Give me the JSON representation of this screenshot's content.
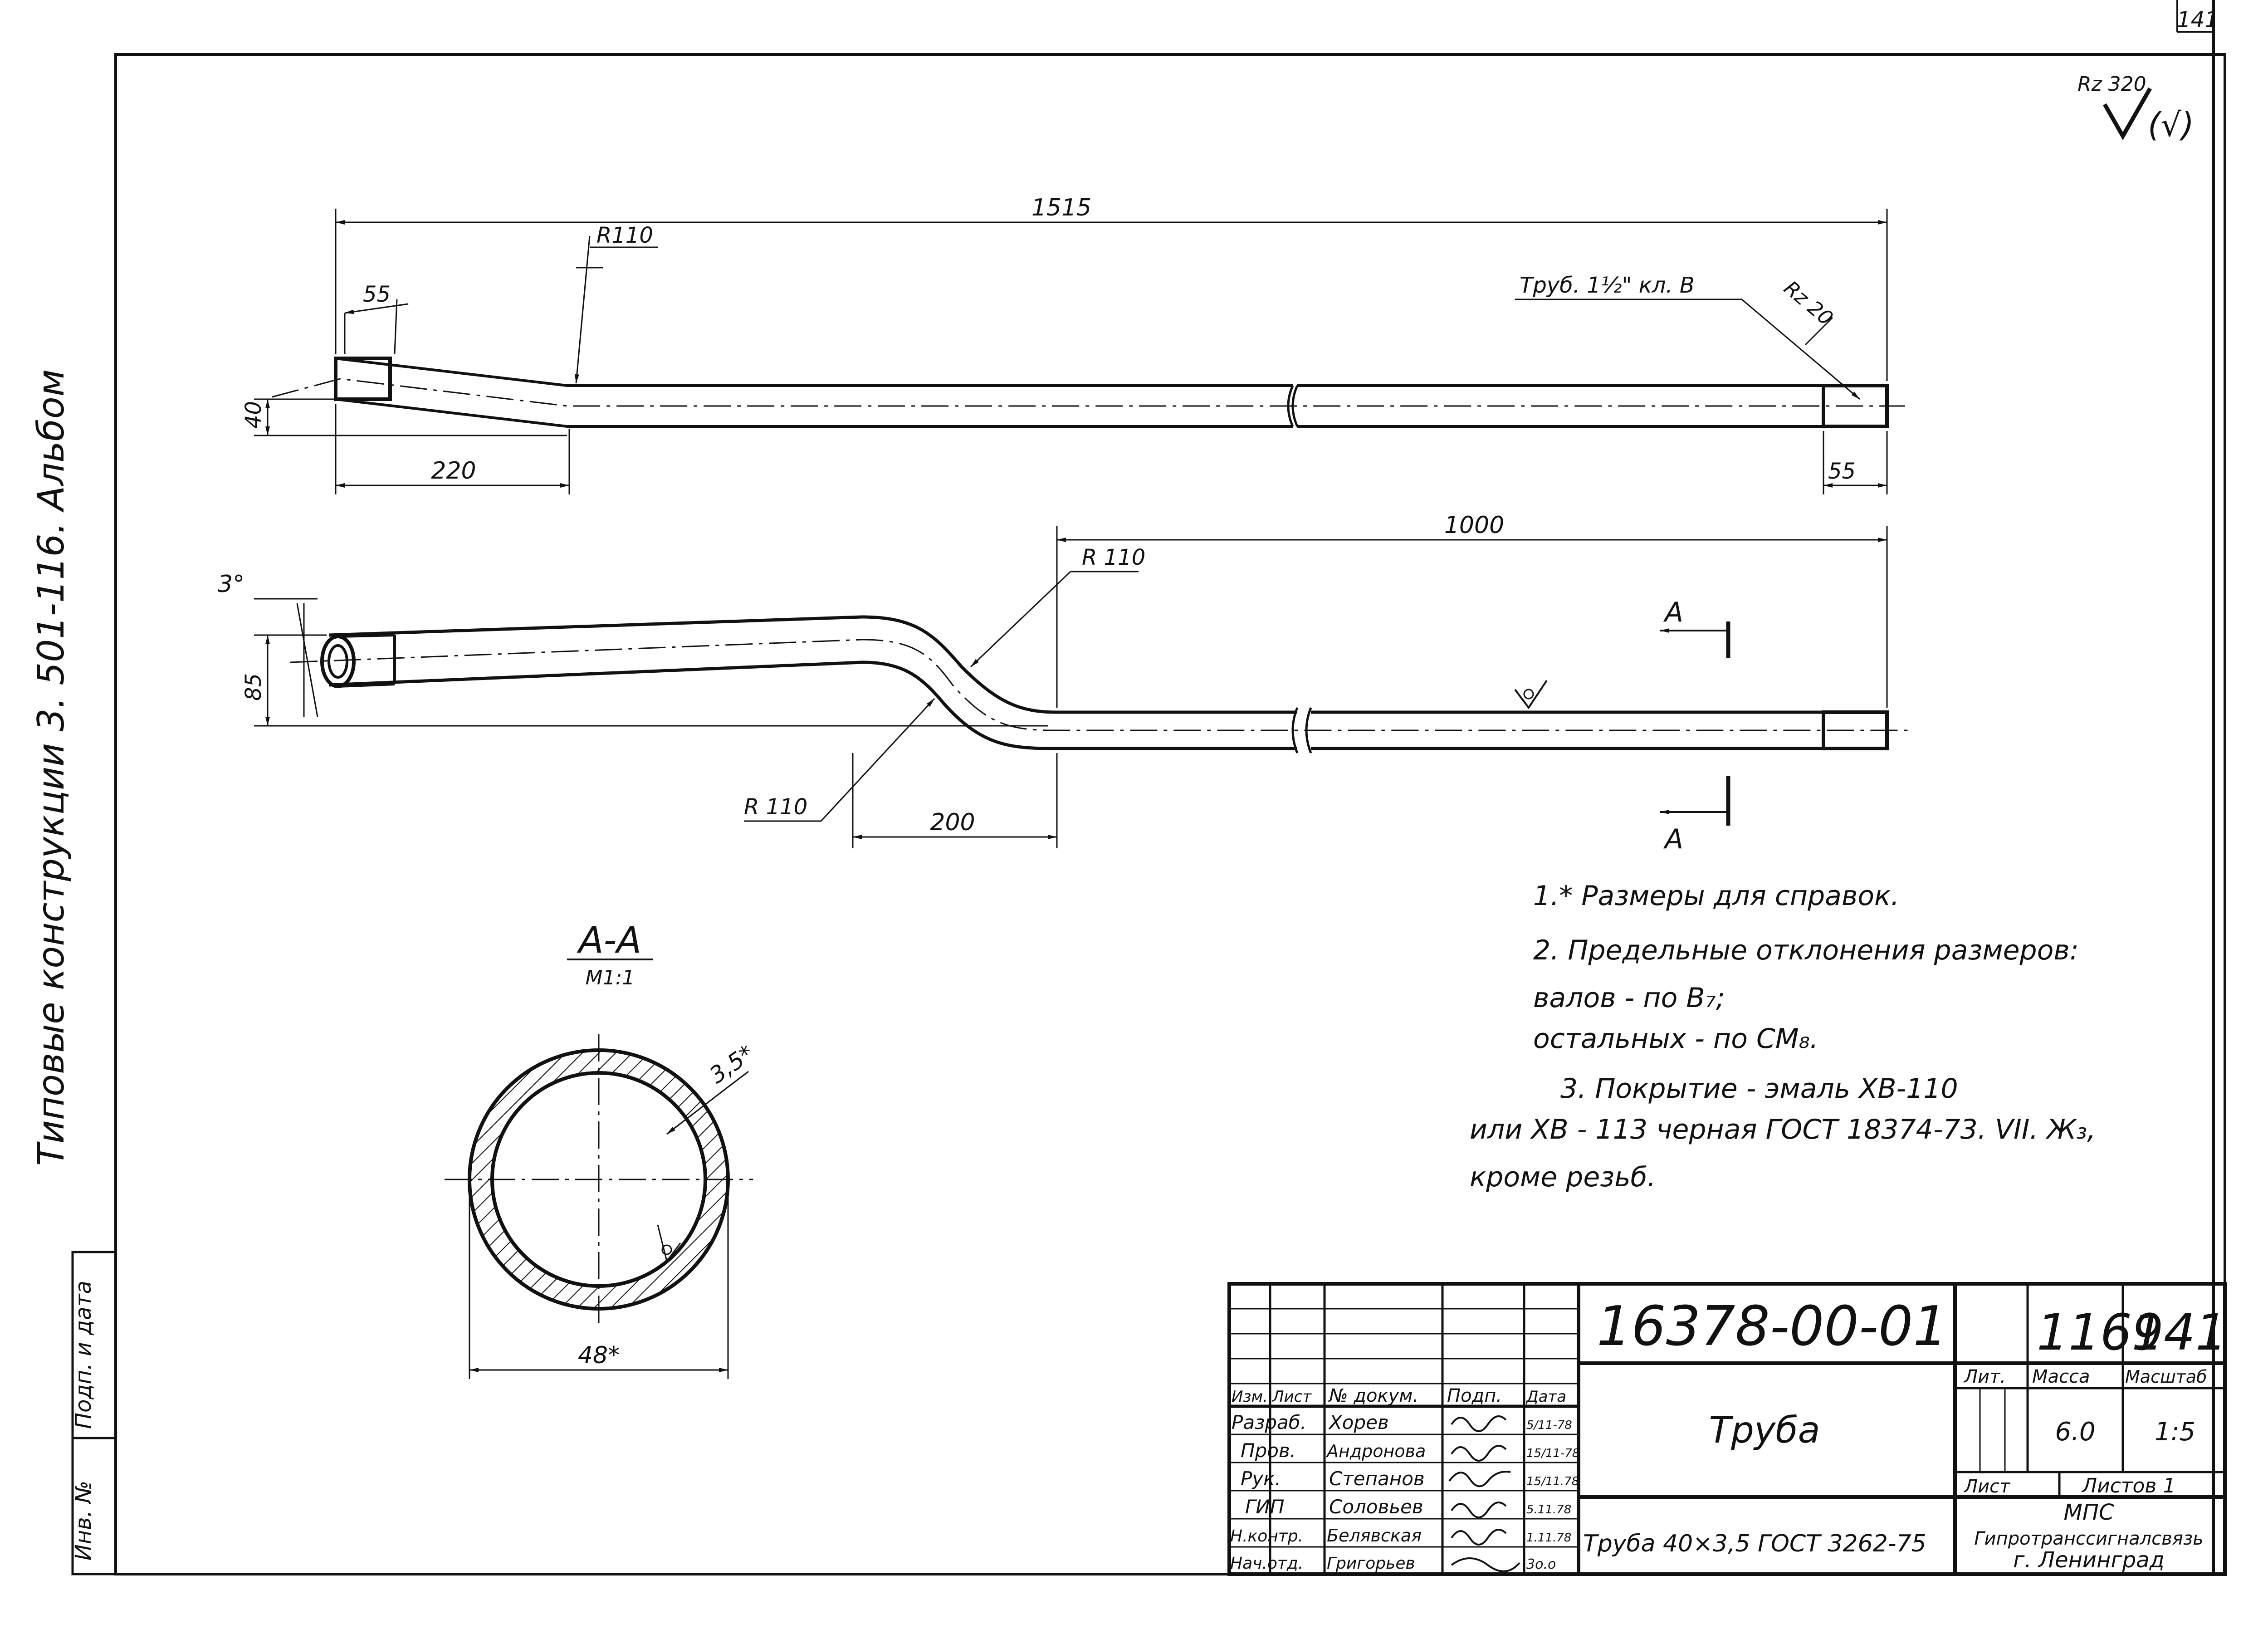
{
  "sheet": {
    "corner_page": "141",
    "side_album": "Типовые   конструкции  3. 501-116.   Альбом"
  },
  "surface_finish": {
    "general": "Rz 320",
    "bracket": "(√)",
    "thread": "Rz 20"
  },
  "view_top": {
    "dim_length": "1515",
    "dim_radius": "R110",
    "dim_thread_left": "55",
    "dim_thread_right": "55",
    "dim_offset": "40",
    "dim_bend_span": "220",
    "pipe_spec": "Труб. 1½\" кл. В"
  },
  "view_front": {
    "dim_length": "1000",
    "dim_radius_top": "R 110",
    "dim_radius_bottom": "R 110",
    "dim_angle": "3°",
    "dim_offset": "85",
    "dim_bend_span": "200",
    "section_mark": "А"
  },
  "section": {
    "title": "А-А",
    "scale": "М1:1",
    "dim_wall": "3,5*",
    "dim_diameter": "48*"
  },
  "notes": [
    "1.* Размеры для справок.",
    "2. Предельные отклонения размеров:",
    "валов        - по В₇;",
    "остальных - по СМ₈.",
    "3. Покрытие - эмаль  ХВ-110",
    "или ХВ - 113  черная   ГОСТ 18374-73. VII. Ж₃,",
    "кроме  резьб."
  ],
  "title_block": {
    "designation": "16378-00-01",
    "code1": "1169",
    "code2": "141",
    "name": "Труба",
    "material": "Труба 40×3,5 ГОСТ 3262-75",
    "lit_label": "Лит.",
    "mass_label": "Масса",
    "scale_label": "Масштаб",
    "mass": "6.0",
    "scale": "1:5",
    "sheet_label": "Лист",
    "sheets_label": "Листов 1",
    "org1": "МПС",
    "org2": "Гипротранссигналсвязь",
    "org3": "г. Ленинград",
    "header": [
      "Изм.",
      "Лист",
      "№ докум.",
      "Подп.",
      "Дата"
    ],
    "roles": [
      {
        "role": "Разраб.",
        "name": "Хорев",
        "date": "5/11-78"
      },
      {
        "role": "Пров.",
        "name": "Андронова",
        "date": "15/11-78"
      },
      {
        "role": "Рук.",
        "name": "Степанов",
        "date": "15/11.78"
      },
      {
        "role": "ГИП",
        "name": "Соловьев",
        "date": "5.11.78"
      },
      {
        "role": "Н.контр.",
        "name": "Белявская",
        "date": "1.11.78"
      },
      {
        "role": "Нач.отд.",
        "name": "Григорьев",
        "date": "3o.o"
      }
    ]
  },
  "stamp": {
    "inv_label": "Инв. №",
    "sign_label": "Подп. и дата"
  }
}
